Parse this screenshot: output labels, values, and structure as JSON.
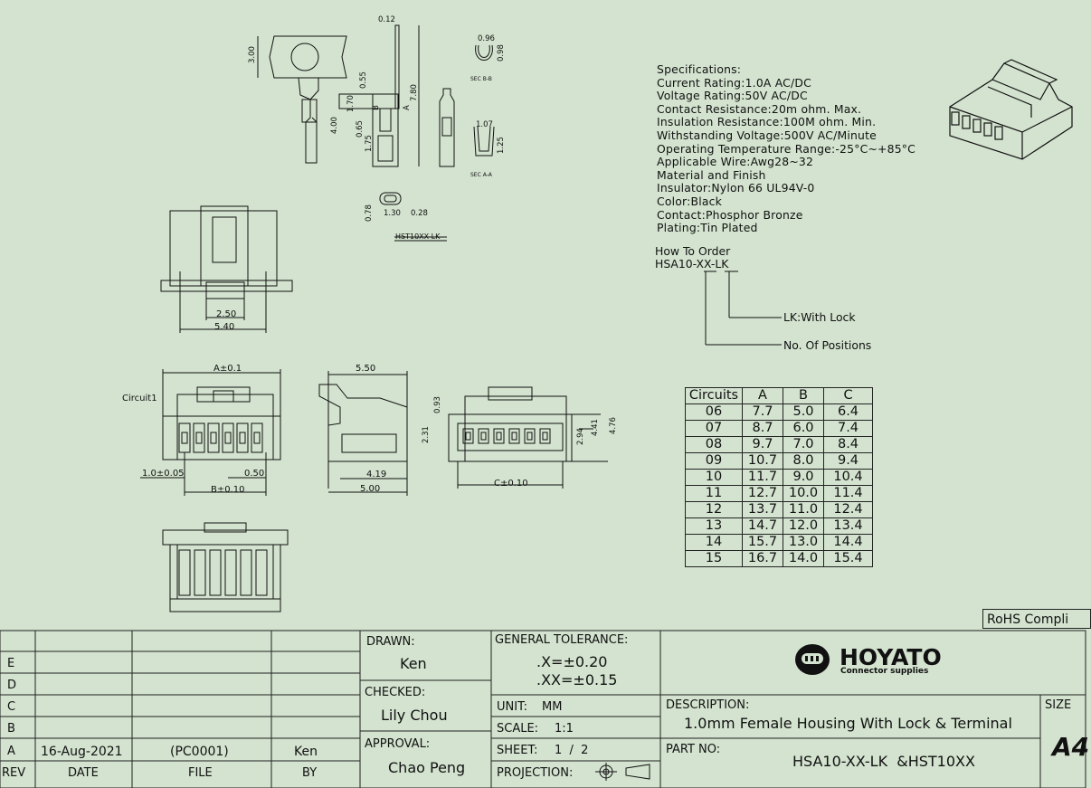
{
  "specifications": {
    "heading": "Specifications:",
    "lines": [
      "Current Rating:1.0A AC/DC",
      "Voltage Rating:50V AC/DC",
      "Contact Resistance:20m ohm. Max.",
      "Insulation Resistance:100M ohm. Min.",
      "Withstanding Voltage:500V AC/Minute",
      "Operating Temperature Range:-25°C~+85°C",
      "Applicable Wire:Awg28~32",
      "Material and Finish",
      "Insulator:Nylon 66 UL94V-0",
      "Color:Black",
      "Contact:Phosphor Bronze",
      "Plating:Tin Plated"
    ]
  },
  "how_to_order": {
    "heading": "How To Order",
    "code": "HSA10-XX-LK",
    "lk_label": "LK:With Lock",
    "positions_label": "No. Of Positions"
  },
  "dimensions": {
    "d012": "0.12",
    "d300": "3.00",
    "d055": "0.55",
    "d170": "1.70",
    "d400": "4.00",
    "d065": "0.65",
    "d175": "1.75",
    "d780": "7.80",
    "d096": "0.96",
    "d098": "0.98",
    "secb": "SEC B-B",
    "d107": "1.07",
    "d125": "1.25",
    "seca": "SEC A-A",
    "d078": "0.78",
    "d130": "1.30",
    "d028": "0.28",
    "terminal": "HST10XX-LK",
    "d250": "2.50",
    "d540": "5.40",
    "a01": "A±0.1",
    "circuit1": "Circuit1",
    "d100": "1.0±0.05",
    "d050": "0.50",
    "b010": "B±0.10",
    "d550": "5.50",
    "d419": "4.19",
    "d500": "5.00",
    "d093": "0.93",
    "d231": "2.31",
    "d294": "2.94",
    "d441": "4.41",
    "d476": "4.76",
    "c010": "C±0.10",
    "a_mark": "A",
    "b_mark": "B"
  },
  "circuit_table": {
    "headers": [
      "Circuits",
      "A",
      "B",
      "C"
    ],
    "rows": [
      [
        "06",
        "7.7",
        "5.0",
        "6.4"
      ],
      [
        "07",
        "8.7",
        "6.0",
        "7.4"
      ],
      [
        "08",
        "9.7",
        "7.0",
        "8.4"
      ],
      [
        "09",
        "10.7",
        "8.0",
        "9.4"
      ],
      [
        "10",
        "11.7",
        "9.0",
        "10.4"
      ],
      [
        "11",
        "12.7",
        "10.0",
        "11.4"
      ],
      [
        "12",
        "13.7",
        "11.0",
        "12.4"
      ],
      [
        "13",
        "14.7",
        "12.0",
        "13.4"
      ],
      [
        "14",
        "15.7",
        "13.0",
        "14.4"
      ],
      [
        "15",
        "16.7",
        "14.0",
        "15.4"
      ]
    ]
  },
  "rohs": "RoHS Compli",
  "title_block": {
    "rev_letters": [
      "E",
      "D",
      "C",
      "B",
      "A"
    ],
    "rev_a": {
      "date": "16-Aug-2021",
      "file": "(PC0001)",
      "by": "Ken"
    },
    "col_headers": {
      "rev": "REV",
      "date": "DATE",
      "file": "FILE",
      "by": "BY"
    },
    "drawn_label": "DRAWN:",
    "drawn_name": "Ken",
    "checked_label": "CHECKED:",
    "checked_name": "Lily Chou",
    "approval_label": "APPROVAL:",
    "approval_name": "Chao Peng",
    "tolerance_label": "GENERAL TOLERANCE:",
    "tol_x": ".X=±0.20",
    "tol_xx": ".XX=±0.15",
    "unit_label": "UNIT:",
    "unit": "MM",
    "scale_label": "SCALE:",
    "scale": "1:1",
    "sheet_label": "SHEET:",
    "sheet": "1  /  2",
    "projection_label": "PROJECTION:",
    "company": "HOYATO",
    "company_sub": "Connector supplies",
    "description_label": "DESCRIPTION:",
    "description": "1.0mm Female Housing With Lock & Terminal",
    "part_label": "PART NO:",
    "part_no": "HSA10-XX-LK  &HST10XX",
    "size_label": "SIZE",
    "size": "A4"
  }
}
